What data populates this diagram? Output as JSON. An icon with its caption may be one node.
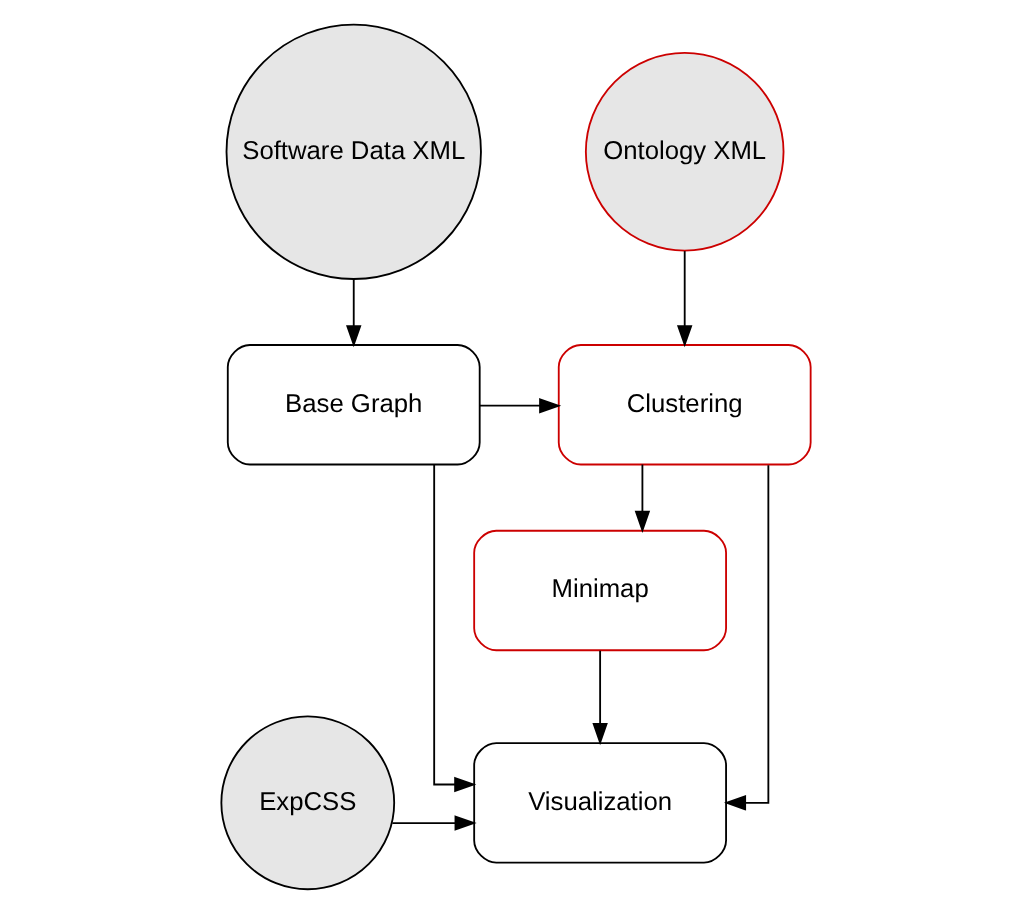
{
  "diagram": {
    "nodes": [
      {
        "text": [
          "Software Data XML"
        ]
      },
      {
        "text": [
          "Ontology XML"
        ]
      },
      {
        "text": [
          "Base Graph"
        ]
      },
      {
        "text": [
          "Clustering"
        ]
      },
      {
        "text": [
          "Minimap"
        ]
      },
      {
        "text": [
          "Visualization"
        ]
      },
      {
        "text": [
          "ExpCSS"
        ]
      }
    ],
    "edges": [
      {
        "from": 0,
        "to": 2,
        "arrow": "to"
      },
      {
        "from": 1,
        "to": 3,
        "arrow": "to"
      },
      {
        "from": 2,
        "to": 3,
        "arrow": "to"
      },
      {
        "from": 3,
        "to": 4,
        "arrow": "to"
      },
      {
        "from": 2,
        "to": 5,
        "arrow": "to"
      },
      {
        "from": 3,
        "to": 5,
        "arrow": "to"
      },
      {
        "from": 4,
        "to": 5,
        "arrow": "to"
      },
      {
        "from": 6,
        "to": 5,
        "arrow": "to"
      }
    ]
  }
}
